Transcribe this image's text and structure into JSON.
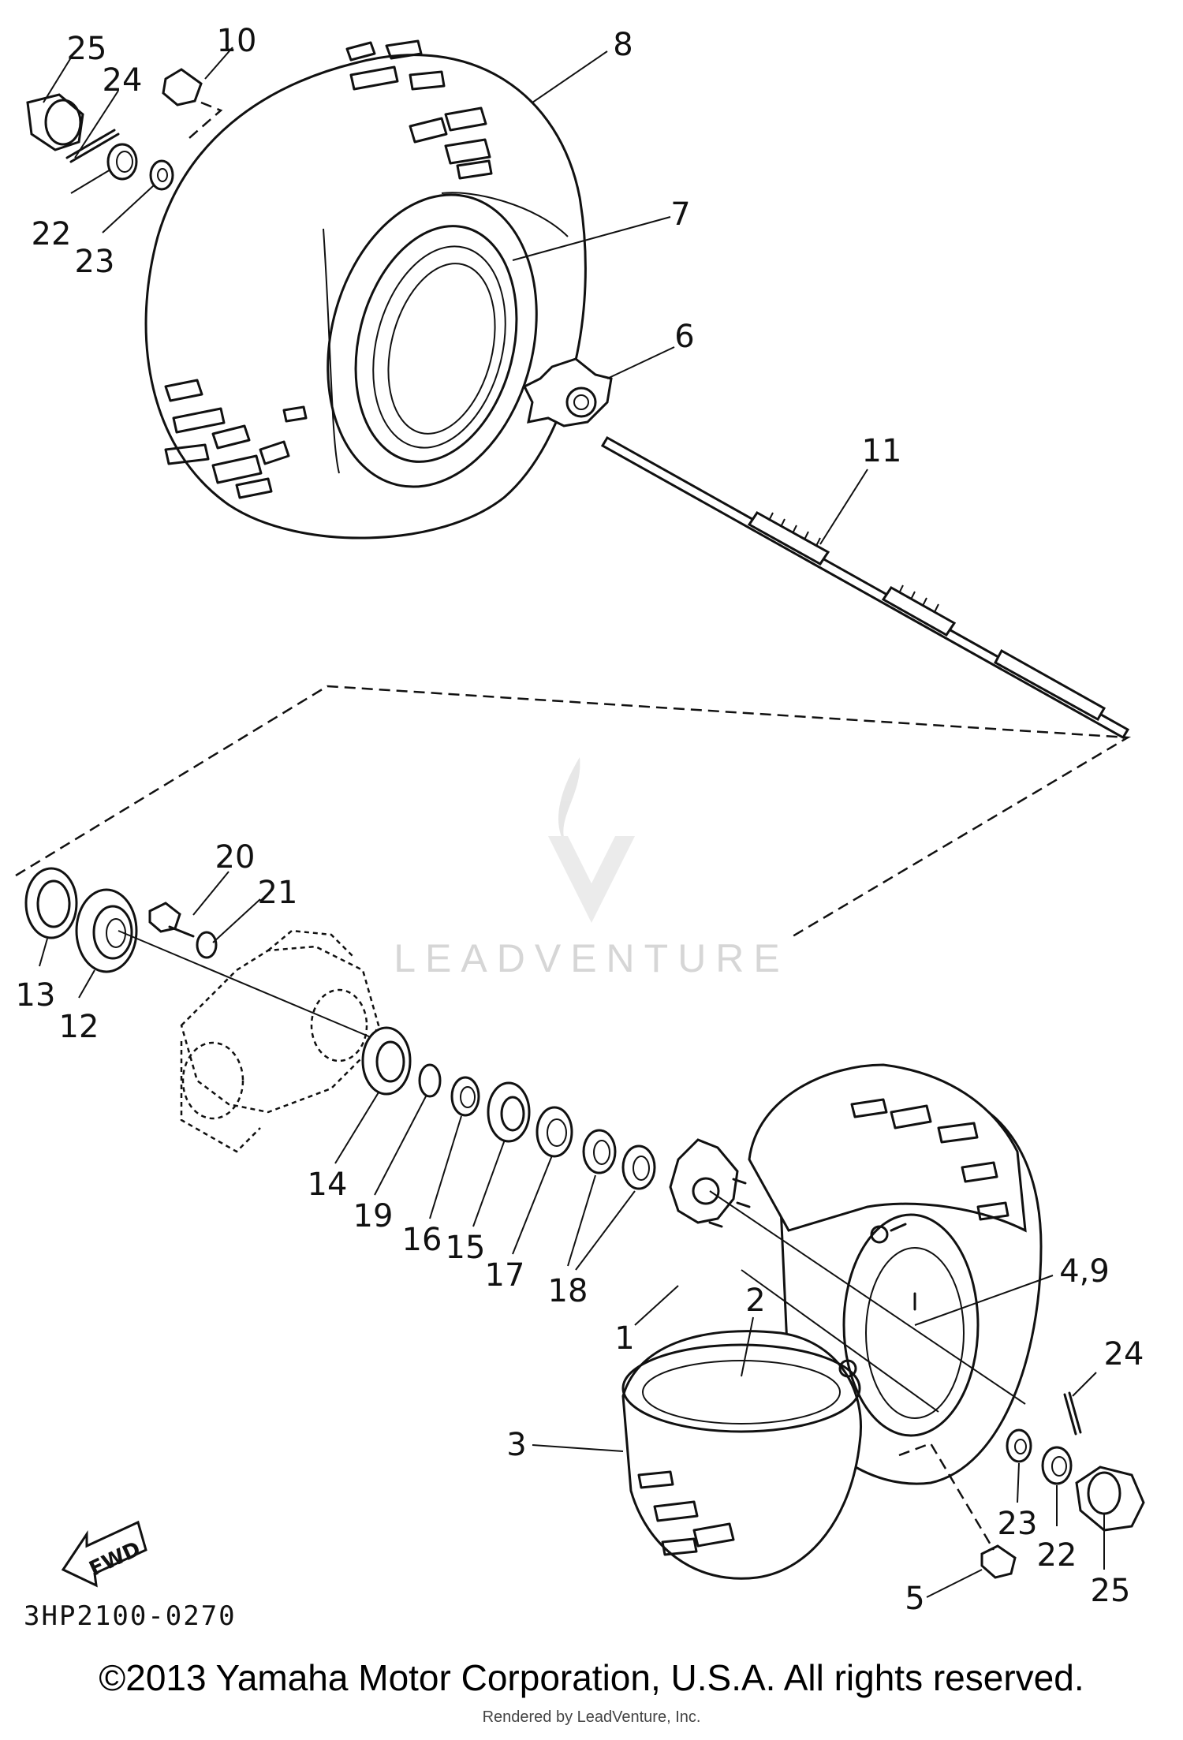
{
  "callouts": {
    "c1": "1",
    "c2": "2",
    "c3": "3",
    "c49": "4,9",
    "c5": "5",
    "c6": "6",
    "c7": "7",
    "c8": "8",
    "c10": "10",
    "c11": "11",
    "c12": "12",
    "c13": "13",
    "c14": "14",
    "c15": "15",
    "c16": "16",
    "c17": "17",
    "c18": "18",
    "c19": "19",
    "c20": "20",
    "c21": "21",
    "c22a": "22",
    "c23a": "23",
    "c24a": "24",
    "c25a": "25",
    "c22b": "22",
    "c23b": "23",
    "c24b": "24",
    "c25b": "25"
  },
  "fwd_label": "FWD",
  "reference_code": "3HP2100-0270",
  "watermark": "LEADVENTURE",
  "copyright": "©2013 Yamaha Motor Corporation, U.S.A. All rights reserved.",
  "rendered_by": "Rendered by LeadVenture, Inc."
}
